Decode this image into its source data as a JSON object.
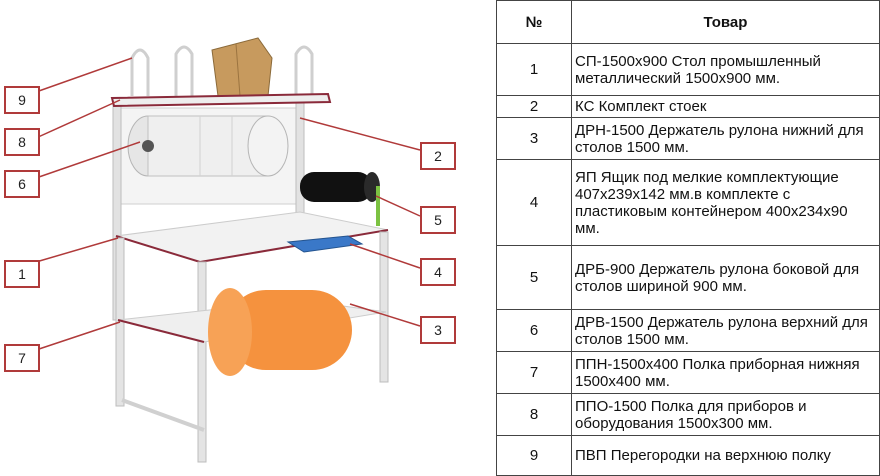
{
  "table": {
    "header": {
      "number": "№",
      "item": "Товар"
    },
    "rows": [
      {
        "number": "1",
        "item": "СП-1500х900 Стол промышленный металлический 1500х900 мм."
      },
      {
        "number": "2",
        "item": "КС Комплект стоек"
      },
      {
        "number": "3",
        "item": "ДРН-1500 Держатель рулона нижний для столов 1500 мм."
      },
      {
        "number": "4",
        "item": "ЯП Ящик под мелкие комплектующие 407х239х142 мм.в комплекте с пластиковым контейнером 400х234х90 мм."
      },
      {
        "number": "5",
        "item": "ДРБ-900 Держатель рулона боковой для столов шириной 900 мм."
      },
      {
        "number": "6",
        "item": "ДРВ-1500 Держатель рулона верхний для столов 1500 мм."
      },
      {
        "number": "7",
        "item": "ППН-1500х400 Полка приборная нижняя 1500х400 мм."
      },
      {
        "number": "8",
        "item": "ППО-1500 Полка для приборов и оборудования 1500х300 мм."
      },
      {
        "number": "9",
        "item": "ПВП Перегородки на верхнюю полку"
      }
    ]
  },
  "callouts": [
    "9",
    "8",
    "6",
    "1",
    "7",
    "2",
    "5",
    "4",
    "3"
  ],
  "colors": {
    "callout_border": "#b03a3a",
    "leader_line": "#b03a3a",
    "frame": "#d8d8d8",
    "shelf_edge": "#8a2a3a",
    "roll_orange": "#f5923e",
    "side_roll": "#111111",
    "box_blue": "#3a78c8",
    "cardboard": "#c79a5e"
  }
}
